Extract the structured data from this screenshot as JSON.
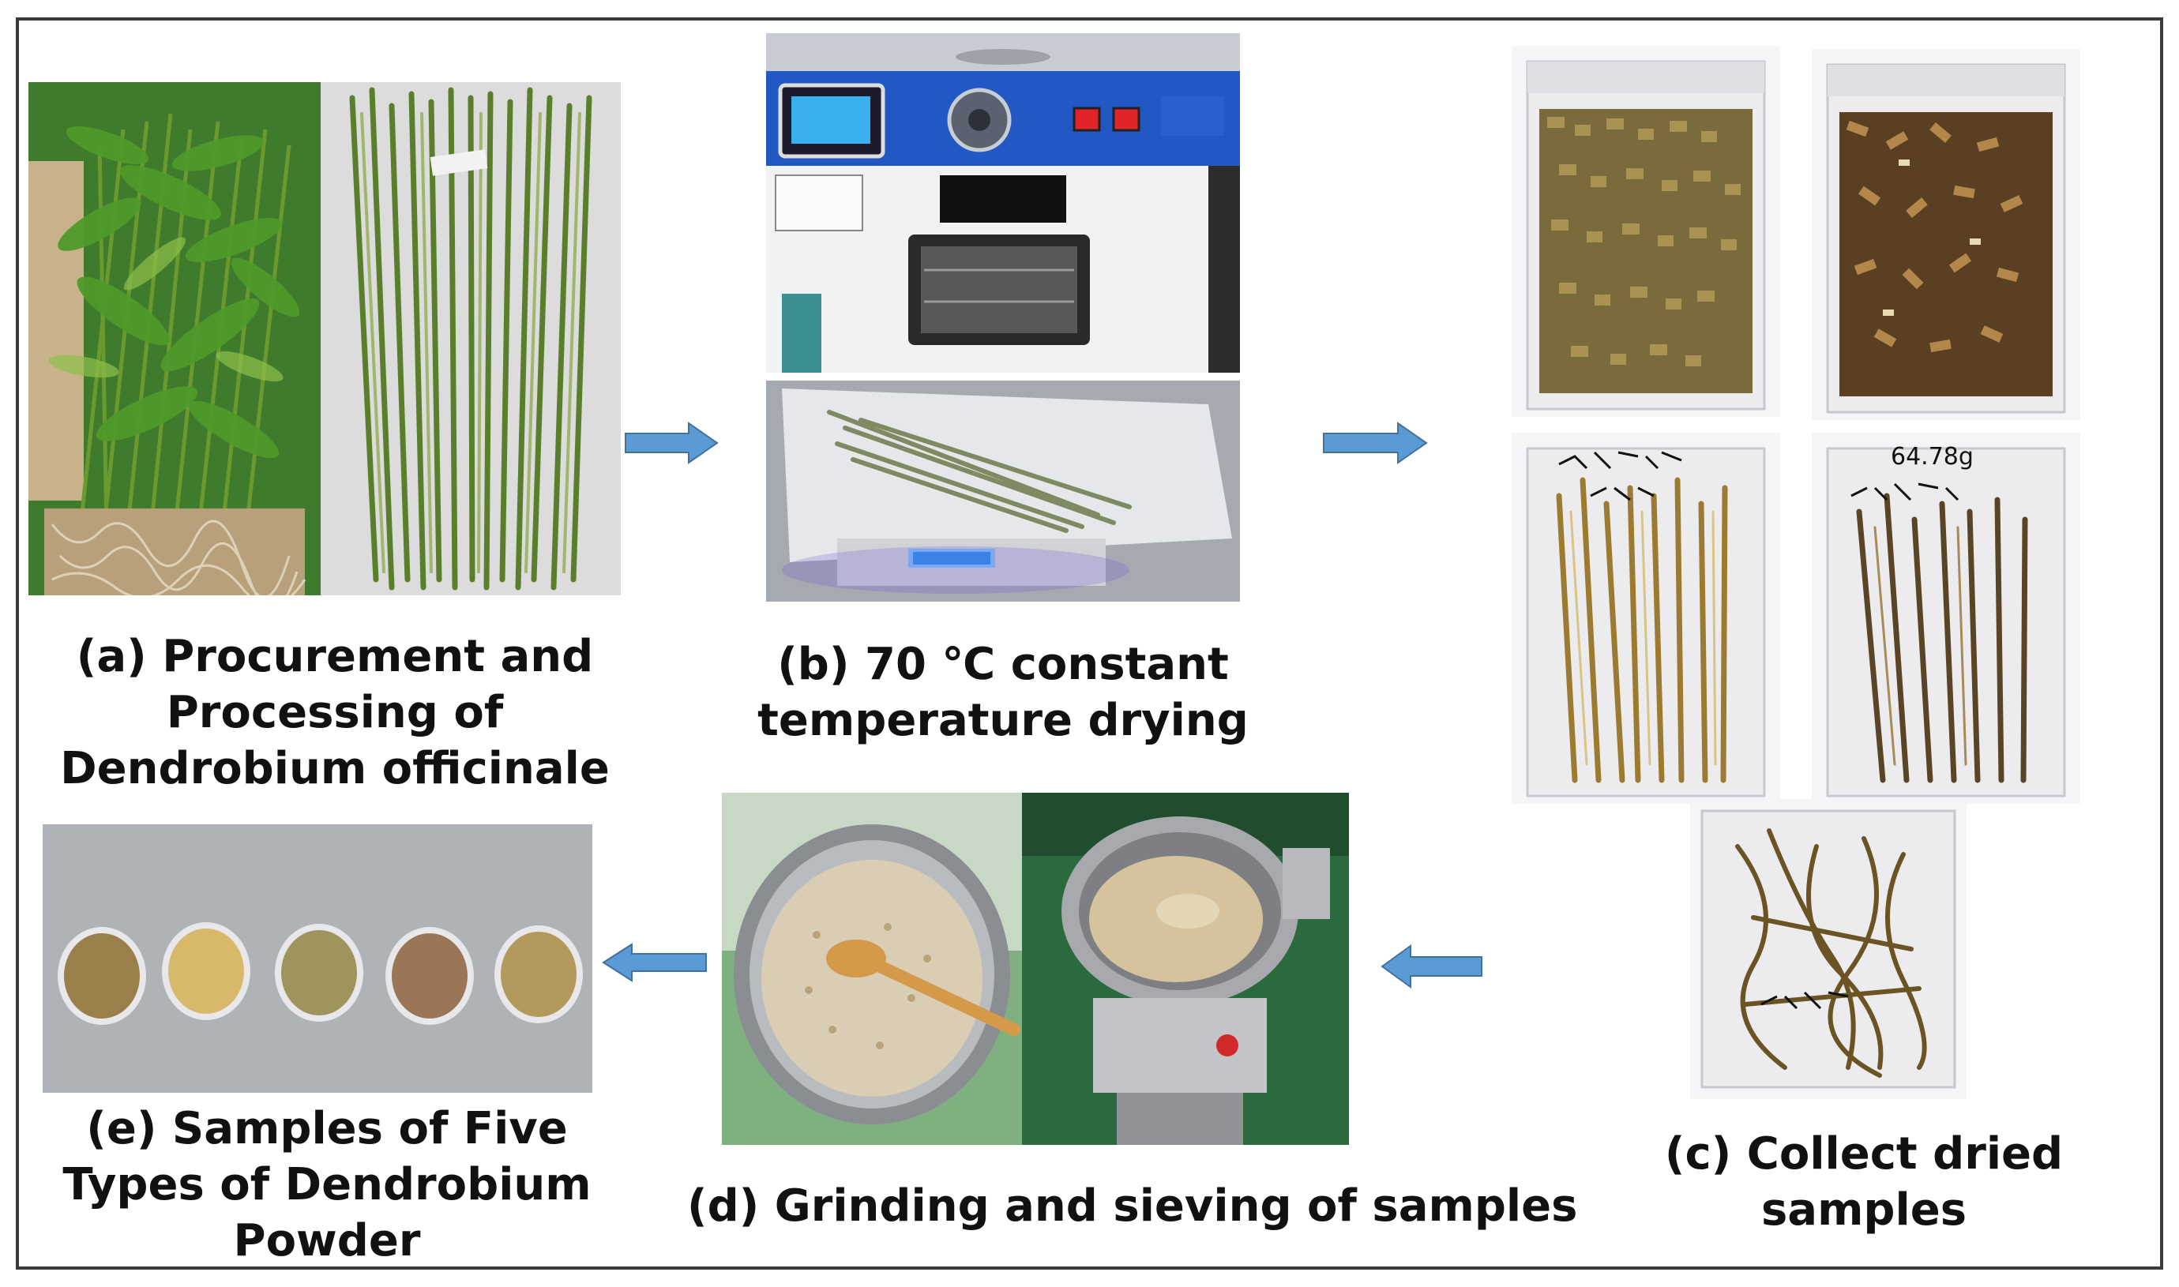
{
  "captions": {
    "a": [
      "(a) Procurement and",
      "Processing of",
      "Dendrobium officinale"
    ],
    "b": [
      "(b) 70 ℃ constant",
      "temperature drying"
    ],
    "c": [
      "(c) Collect dried",
      "samples"
    ],
    "d": [
      "(d) Grinding and sieving of samples"
    ],
    "e": [
      "(e) Samples of Five",
      "Types of Dendrobium",
      "Powder"
    ]
  },
  "photo_labels": {
    "bag_note": "64.78g"
  },
  "icons": {
    "flow_arrow": "flow-arrow-icon"
  },
  "colors": {
    "arrow_fill": "#5b9bd5",
    "arrow_stroke": "#41719c",
    "frame": "#3a3a3a",
    "caption_text": "#111111"
  }
}
